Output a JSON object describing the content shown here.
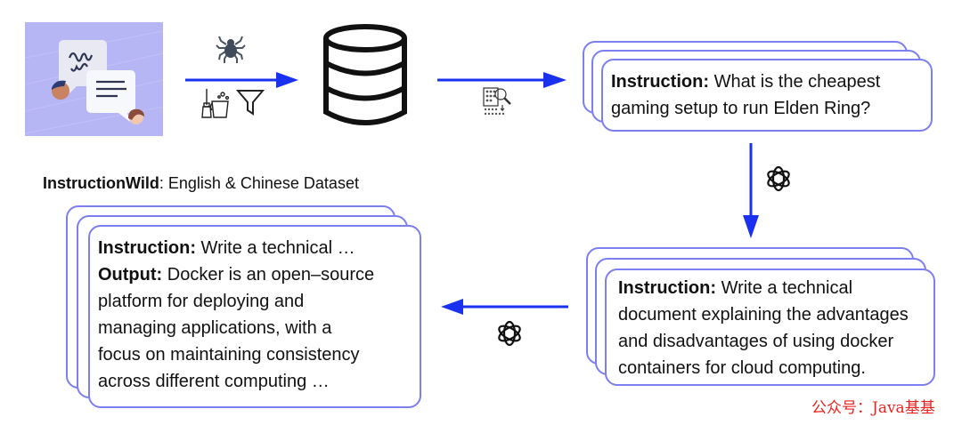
{
  "colors": {
    "arrow": "#1a31f0",
    "card_border": "#7b7ff0",
    "source_bg": "#b7b6f5",
    "watermark": "#e8231f"
  },
  "source": {
    "icon": "chat-bubbles-illustration"
  },
  "step1": {
    "icons": [
      "spider-icon",
      "broom-bucket-icon",
      "funnel-icon"
    ]
  },
  "database": {
    "icon": "database-icon"
  },
  "step2": {
    "icon": "data-analysis-magnifier-icon"
  },
  "seed_card": {
    "label": "Instruction:",
    "lines": [
      "What is the cheapest",
      "gaming setup to run Elden Ring?"
    ]
  },
  "step3": {
    "icon": "openai-logo-icon"
  },
  "generated_card": {
    "label": "Instruction:",
    "lines": [
      "Write a technical",
      "document explaining the advantages",
      "and disadvantages of using docker",
      "containers for cloud computing."
    ]
  },
  "step4": {
    "icon": "openai-logo-icon"
  },
  "dataset": {
    "name": "InstructionWild",
    "subtitle": ": English & Chinese Dataset",
    "instruction_label": "Instruction:",
    "instruction_text": " Write a technical …",
    "output_label": "Output:",
    "output_lines": [
      "Docker is an open–source",
      "platform for deploying and",
      "managing applications, with a",
      "focus on maintaining consistency",
      "across different computing …"
    ]
  },
  "watermark": "公众号：Java基基"
}
